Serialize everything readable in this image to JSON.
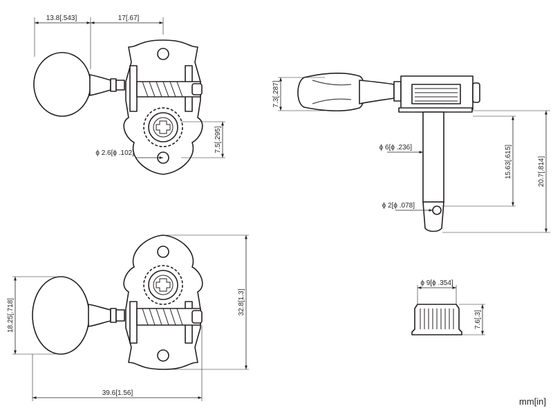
{
  "units": "mm[in]",
  "dimensions": {
    "top_left_width": "13.8[.543]",
    "top_center_width": "17[.67]",
    "hole_diameter": "ϕ 2.6[ϕ .102]",
    "gear_offset": "7.5[.295]",
    "knob_thickness": "7.3[.287]",
    "post_diameter": "ϕ 6[ϕ .236]",
    "post_length": "15.63[.615]",
    "overall_post_length": "20.7[.814]",
    "string_hole_diameter": "ϕ 2[ϕ .078]",
    "knob_height": "18.25[.718]",
    "plate_height": "32.8[1.3]",
    "overall_length": "39.6[1.56]",
    "bushing_diameter": "ϕ 9[ϕ .354]",
    "bushing_height": "7.6[.3]"
  }
}
